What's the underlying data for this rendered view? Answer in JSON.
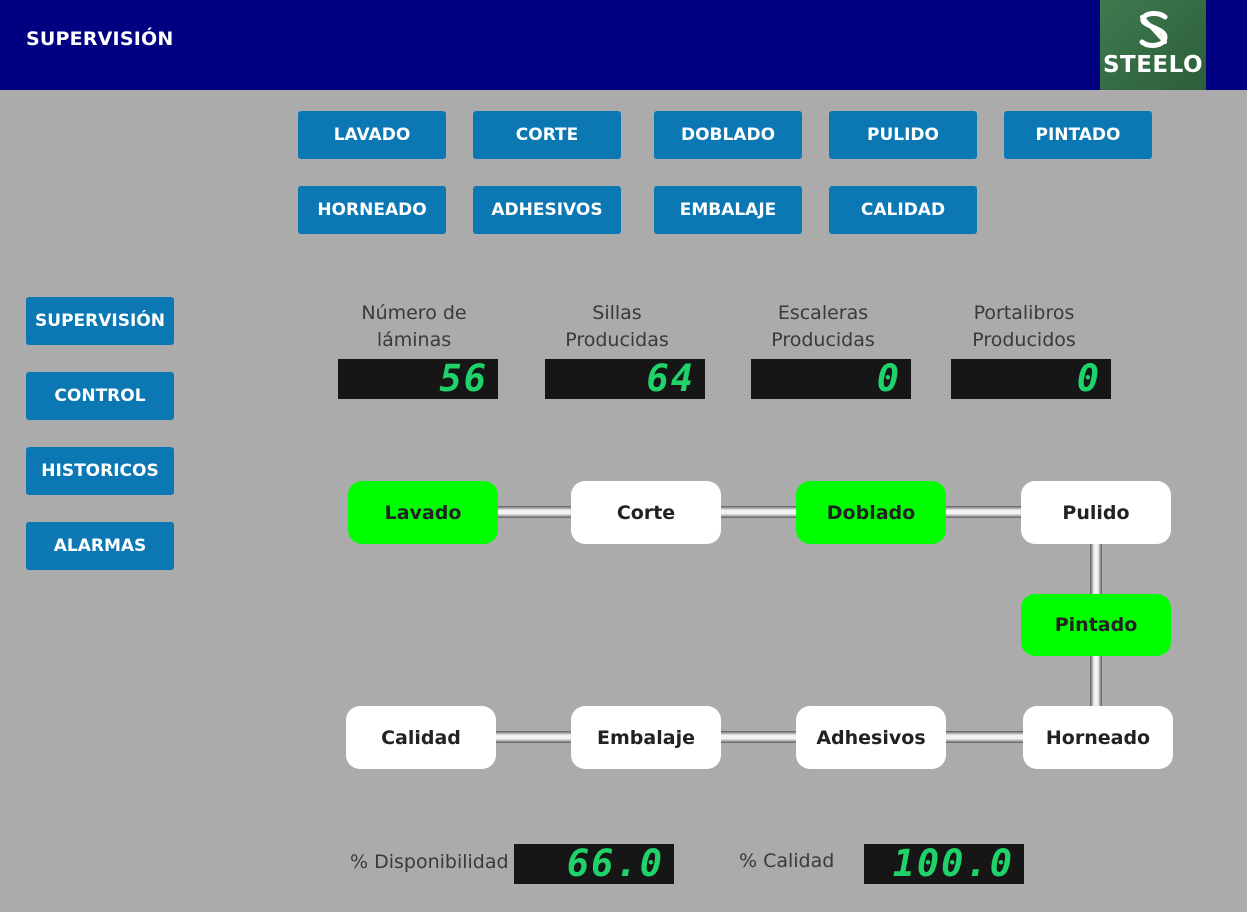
{
  "header": {
    "title": "SUPERVISIÓN",
    "logo_text": "STEELO",
    "background": "#000080"
  },
  "top_nav": [
    {
      "label": "LAVADO"
    },
    {
      "label": "CORTE"
    },
    {
      "label": "DOBLADO"
    },
    {
      "label": "PULIDO"
    },
    {
      "label": "PINTADO"
    },
    {
      "label": "HORNEADO"
    },
    {
      "label": "ADHESIVOS"
    },
    {
      "label": "EMBALAJE"
    },
    {
      "label": "CALIDAD"
    }
  ],
  "side_nav": [
    {
      "label": "SUPERVISIÓN"
    },
    {
      "label": "CONTROL"
    },
    {
      "label": "HISTORICOS"
    },
    {
      "label": "ALARMAS"
    }
  ],
  "counters": [
    {
      "label_line1": "Número de",
      "label_line2": "láminas",
      "value": "56"
    },
    {
      "label_line1": "Sillas",
      "label_line2": "Producidas",
      "value": "64"
    },
    {
      "label_line1": "Escaleras",
      "label_line2": "Producidas",
      "value": "0"
    },
    {
      "label_line1": "Portalibros",
      "label_line2": "Producidos",
      "value": "0"
    }
  ],
  "process": {
    "active_color": "#00ff00",
    "idle_color": "#ffffff",
    "stations": [
      {
        "label": "Lavado",
        "active": true
      },
      {
        "label": "Corte",
        "active": false
      },
      {
        "label": "Doblado",
        "active": true
      },
      {
        "label": "Pulido",
        "active": false
      },
      {
        "label": "Pintado",
        "active": true
      },
      {
        "label": "Horneado",
        "active": false
      },
      {
        "label": "Adhesivos",
        "active": false
      },
      {
        "label": "Embalaje",
        "active": false
      },
      {
        "label": "Calidad",
        "active": false
      }
    ]
  },
  "kpis": {
    "availability_label": "% Disponibilidad",
    "availability_value": "66.0",
    "quality_label": "% Calidad",
    "quality_value": "100.0"
  },
  "colors": {
    "button": "#0b78b4",
    "lcd_digits": "#1fd36a",
    "background": "#ababab"
  }
}
